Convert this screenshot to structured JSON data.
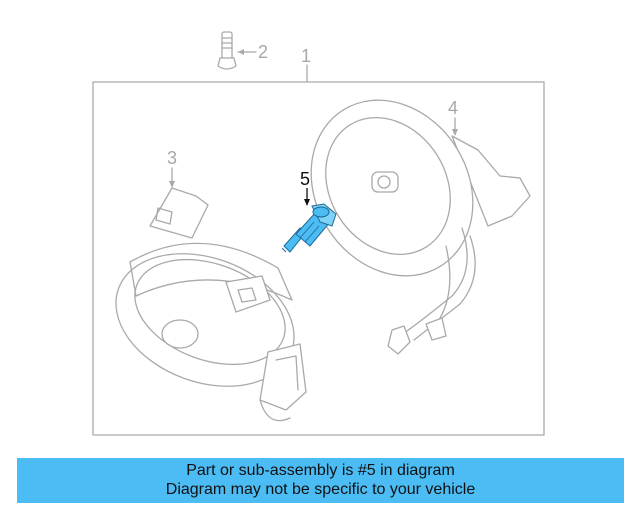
{
  "callouts": {
    "c1": "1",
    "c2": "2",
    "c3": "3",
    "c4": "4",
    "c5": "5"
  },
  "banner": {
    "line1": "Part or sub-assembly is #5 in diagram",
    "line2": "Diagram may not be specific to your vehicle"
  },
  "colors": {
    "highlight_part": "#4bbcf4",
    "banner_bg": "#4bbcf4",
    "line_gray": "#a9a9a9"
  }
}
